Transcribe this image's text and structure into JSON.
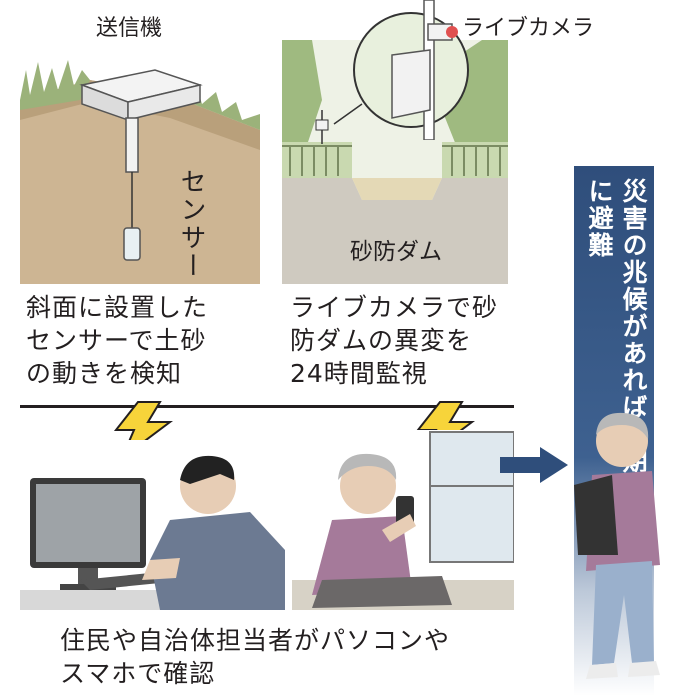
{
  "labels": {
    "transmitter": "送信機",
    "sensor": "センサー",
    "live_camera": "ライブカメラ",
    "sabo_dam": "砂防ダム"
  },
  "captions": {
    "sensor_caption": "斜面に設置した\nセンサーで土砂\nの動きを検知",
    "camera_caption": "ライブカメラで砂\n防ダムの異変を\n24時間監視",
    "residents_caption": "住民や自治体担当者がパソコンや\nスマホで確認"
  },
  "banner": {
    "text": "災害の兆候があれば早期に避難"
  },
  "colors": {
    "slope_soil": "#cdb593",
    "sky_green": "#c9d9b0",
    "banner_navy": "#2f4e7b",
    "lightning_yellow": "#f7d43a",
    "arrow_navy": "#2f4e7b"
  }
}
